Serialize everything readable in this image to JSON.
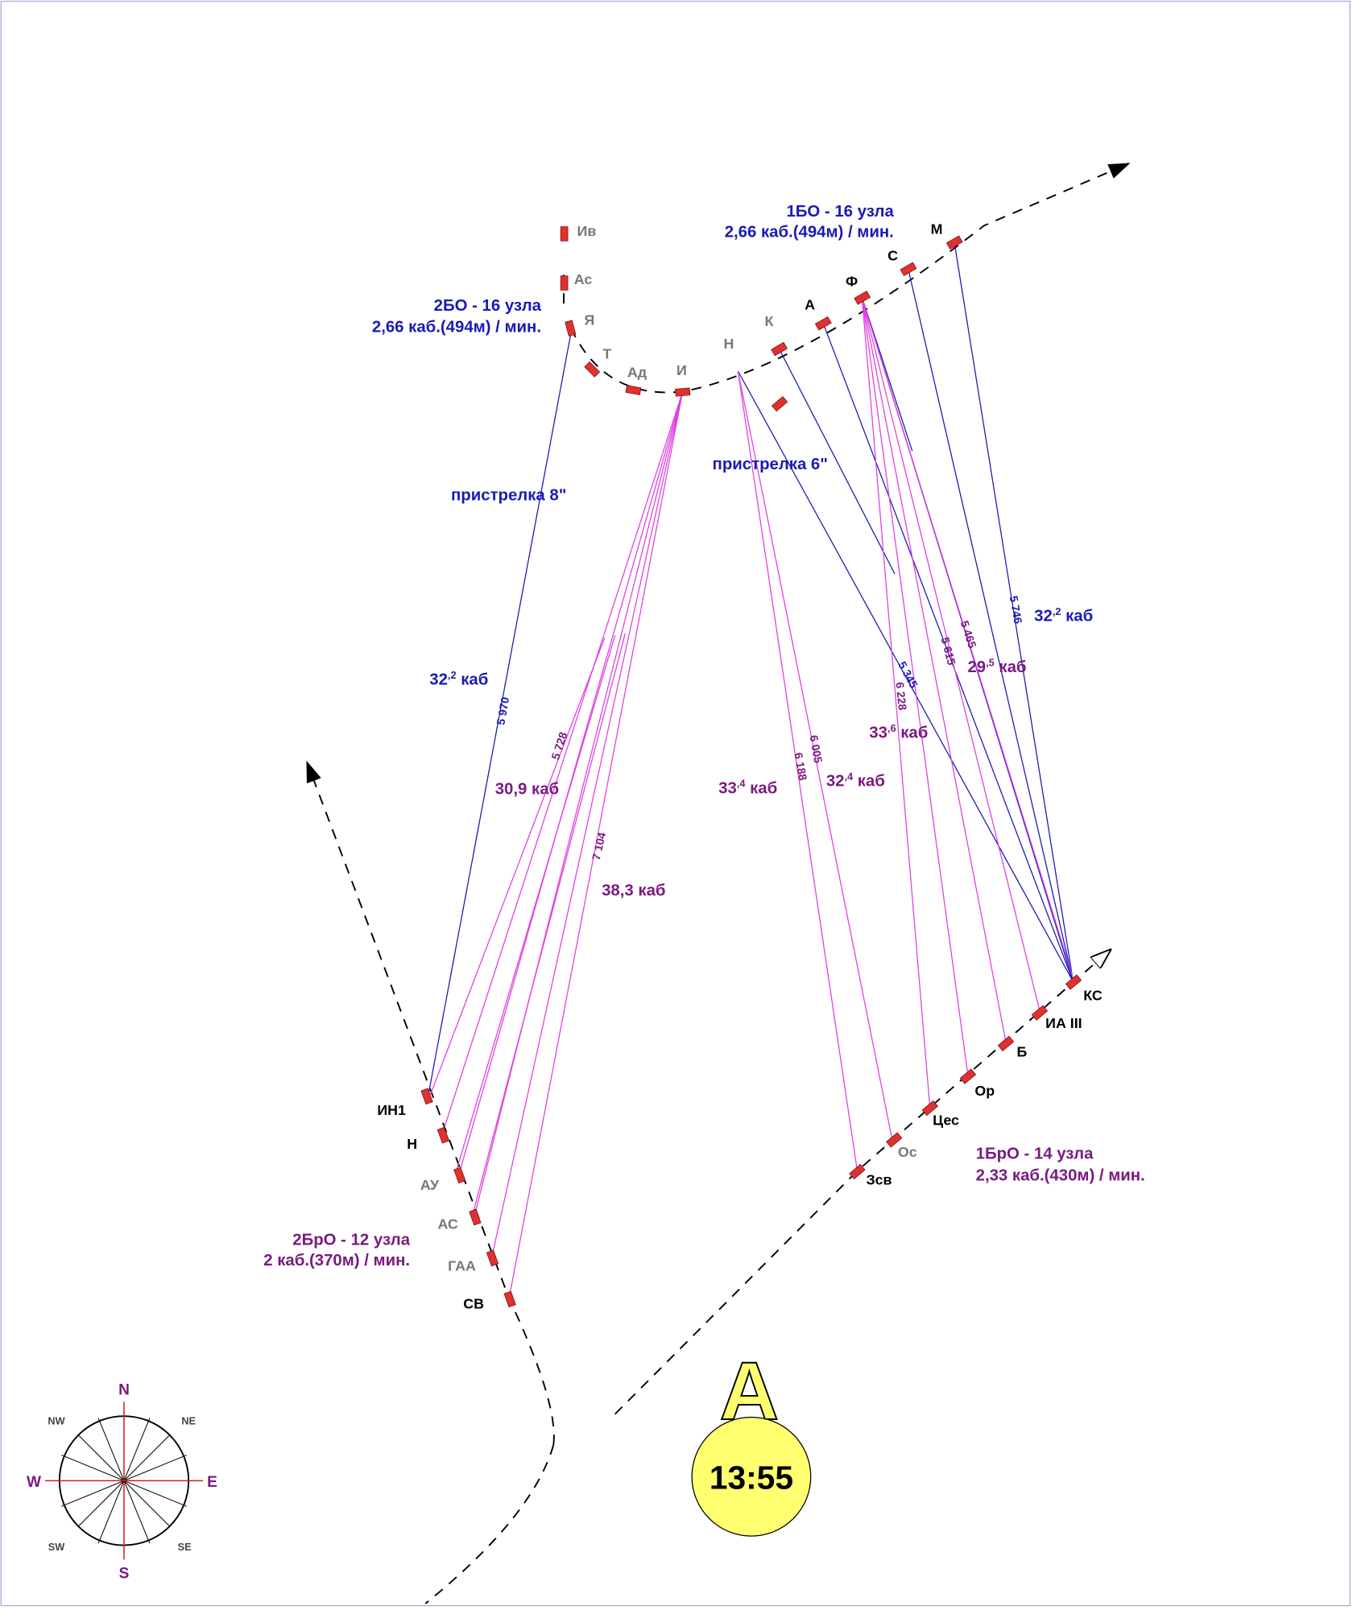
{
  "formations": {
    "bo1": {
      "line1": "1БО - 16 узла",
      "line2": "2,66 каб.(494м) / мин.",
      "color": "#1a1ab4"
    },
    "bo2": {
      "line1": "2БО - 16 узла",
      "line2": "2,66 каб.(494м) / мин.",
      "color": "#1a1ab4"
    },
    "bro1": {
      "line1": "1БрО - 14 узла",
      "line2": "2,33 каб.(430м) / мин.",
      "color": "#7a1a80"
    },
    "bro2": {
      "line1": "2БрО - 12 узла",
      "line2": "2 каб.(370м) / мин.",
      "color": "#7a1a80"
    }
  },
  "ships": {
    "bo2": [
      "Ив",
      "Ас",
      "Я",
      "Т",
      "Ад",
      "И"
    ],
    "bo1": [
      "Н",
      "К",
      "А",
      "Ф",
      "С",
      "М"
    ],
    "bro2": [
      "ИН1",
      "Н",
      "АУ",
      "АС",
      "ГАА",
      "СВ"
    ],
    "bro1": [
      "Зсв",
      "Ос",
      "Цес",
      "Ор",
      "Б",
      "ИА III",
      "КС"
    ]
  },
  "annotations": {
    "ranging8": "пристрелка 8\"",
    "ranging6": "пристрелка 6\""
  },
  "ranges": [
    {
      "main": "32",
      "sup": ",2",
      "unit": " каб"
    },
    {
      "main": "30,9",
      "sup": "",
      "unit": " каб"
    },
    {
      "main": "38,3",
      "sup": "",
      "unit": " каб"
    },
    {
      "main": "33",
      "sup": ",4",
      "unit": " каб"
    },
    {
      "main": "32",
      "sup": ",4",
      "unit": " каб"
    },
    {
      "main": "33",
      "sup": ",6",
      "unit": " каб"
    },
    {
      "main": "29",
      "sup": ",5",
      "unit": " каб"
    },
    {
      "main": "32",
      "sup": ",2",
      "unit": " каб"
    }
  ],
  "distances": [
    "5 970",
    "5 728",
    "7 104",
    "6 005",
    "6 188",
    "5 746",
    "5 465",
    "5 615",
    "5 345",
    "6 228"
  ],
  "compass": {
    "n": "N",
    "s": "S",
    "e": "E",
    "w": "W",
    "ne": "NE",
    "nw": "NW",
    "se": "SE",
    "sw": "SW"
  },
  "phase": {
    "letter": "A",
    "time": "13:55"
  }
}
